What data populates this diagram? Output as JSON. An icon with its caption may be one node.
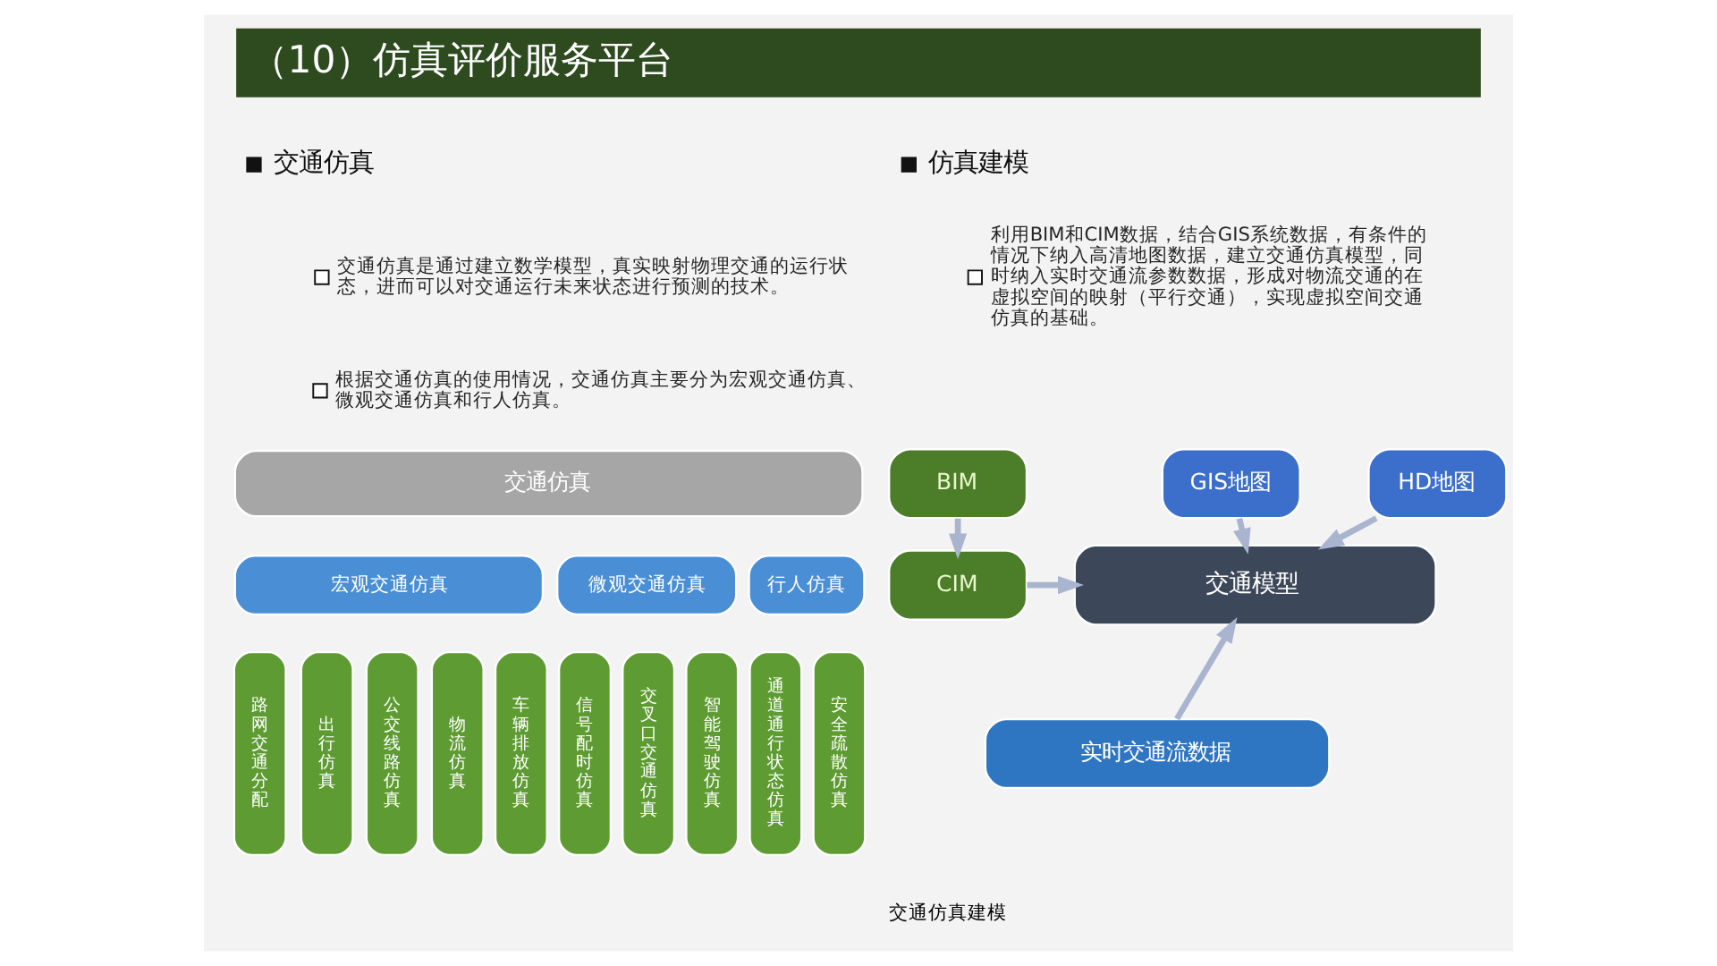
{
  "diagram": {
    "title": "（10）仿真评价服务平台",
    "caption": "交通仿真建模",
    "nodes": [
      {
        "text": [
          "交通仿真"
        ]
      },
      {
        "text": [
          "宏观交通仿真"
        ]
      },
      {
        "text": [
          "微观交通仿真"
        ]
      },
      {
        "text": [
          "行人仿真"
        ]
      },
      {
        "text": [
          "路网交通分配"
        ]
      },
      {
        "text": [
          "出行仿真"
        ]
      },
      {
        "text": [
          "公交线路仿真"
        ]
      },
      {
        "text": [
          "物流仿真"
        ]
      },
      {
        "text": [
          "车辆排放仿真"
        ]
      },
      {
        "text": [
          "信号配时仿真"
        ]
      },
      {
        "text": [
          "交叉口交通仿真"
        ]
      },
      {
        "text": [
          "智能驾驶仿真"
        ]
      },
      {
        "text": [
          "通道通行状态仿真"
        ]
      },
      {
        "text": [
          "安全疏散仿真"
        ]
      },
      {
        "text": [
          "BIM"
        ]
      },
      {
        "text": [
          "GIS地图"
        ]
      },
      {
        "text": [
          "HD地图"
        ]
      },
      {
        "text": [
          "CIM"
        ]
      },
      {
        "text": [
          "交通模型"
        ]
      },
      {
        "text": [
          "实时交通流数据"
        ]
      }
    ],
    "edges": [
      {
        "from": 14,
        "to": 17,
        "arrow": "to"
      },
      {
        "from": 15,
        "to": 18,
        "arrow": "to"
      },
      {
        "from": 16,
        "to": 18,
        "arrow": "to"
      },
      {
        "from": 17,
        "to": 18,
        "arrow": "to"
      },
      {
        "from": 19,
        "to": 18,
        "arrow": "to"
      }
    ],
    "labels": [
      "交通仿真",
      "交通仿真是通过建立数学模型，真实映射物理交通的运行状态，进而可以对交通运行未来状态进行预测的技术。",
      "根据交通仿真的使用情况，交通仿真主要分为宏观交通仿真、微观交通仿真和行人仿真。",
      "仿真建模",
      "利用BIM和CIM数据，结合GIS系统数据，有条件的情况下纳入高清地图数据，建立交通仿真模型，同时纳入实时交通流参数数据，形成对物流交通的在虚拟空间的映射（平行交通），实现虚拟空间交通仿真的基础。"
    ]
  }
}
